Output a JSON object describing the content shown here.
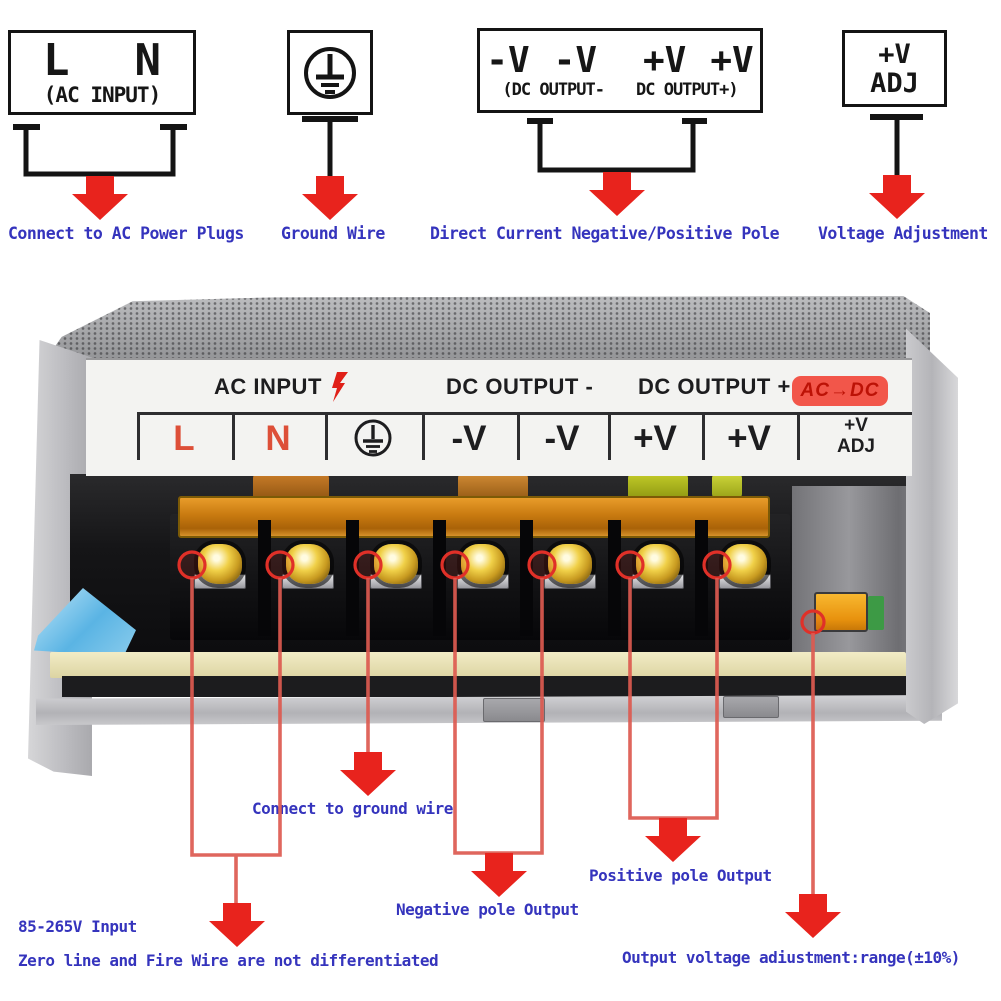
{
  "colors": {
    "caption_blue": "#3534bd",
    "arrow_red": "#e8231d",
    "marker_line_red": "#dd5a50",
    "terminal_red": "#dd4f38",
    "badge_bg": "#f2564a",
    "badge_text": "#bc1206"
  },
  "icons": {
    "lightning": "high-voltage bolt",
    "ground_symbol": "protective-earth",
    "badge_arrow": "→"
  },
  "legend": {
    "box1": {
      "l": "L",
      "n": "N",
      "sub": "(AC INPUT)"
    },
    "box3": {
      "t1": "-V",
      "t2": "-V",
      "t3": "+V",
      "t4": "+V",
      "sub_left": "(DC OUTPUT-",
      "sub_right": "DC OUTPUT+)"
    },
    "box4": {
      "line1": "+V",
      "line2": "ADJ"
    }
  },
  "captions": {
    "ac": "Connect to AC Power Plugs",
    "ground": "Ground Wire",
    "dc": "Direct Current Negative/Positive Pole",
    "adj": "Voltage Adjustment"
  },
  "psu": {
    "header_ac": "AC INPUT",
    "header_dc_neg": "DC OUTPUT -",
    "header_dc_pos": "DC OUTPUT +",
    "badge": "AC→DC",
    "terminals": {
      "t1": "L",
      "t2": "N",
      "t3": "-V",
      "t4": "-V",
      "t5": "+V",
      "t6": "+V"
    },
    "adj1": "+V",
    "adj2": "ADJ"
  },
  "annotations": {
    "ground": "Connect to ground wire",
    "input1": "85-265V Input",
    "input2": "Zero line and Fire Wire are not differentiated",
    "neg": "Negative pole Output",
    "pos": "Positive pole Output",
    "adj": "Output voltage adiustment:range(±10%)"
  }
}
